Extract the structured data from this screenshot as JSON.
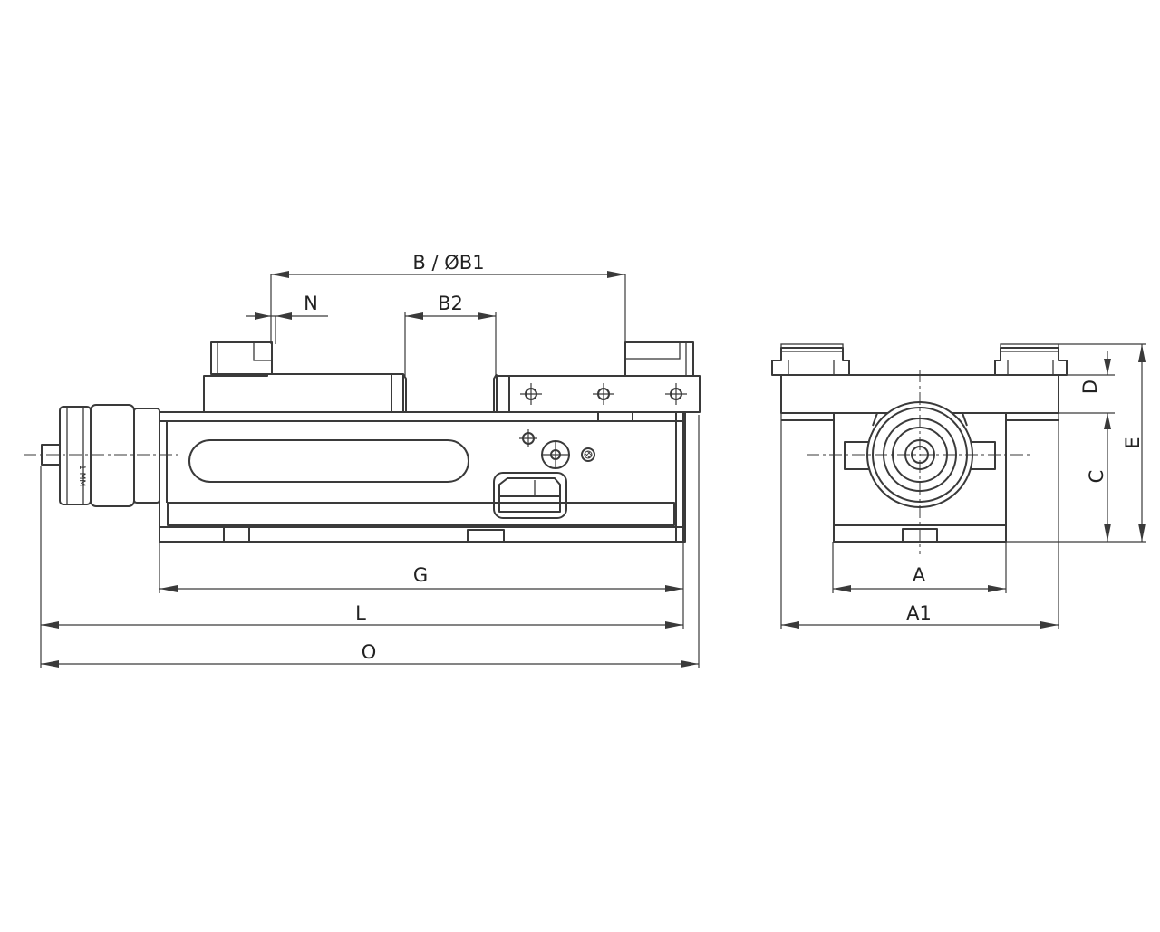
{
  "drawing": {
    "labels": {
      "B": "B / ØB1",
      "N": "N",
      "B2": "B2",
      "G": "G",
      "L": "L",
      "O": "O",
      "A": "A",
      "A1": "A1",
      "C": "C",
      "D": "D",
      "E": "E"
    },
    "colors": {
      "line": "#3a3a3a",
      "text": "#222222",
      "background": "#ffffff"
    }
  }
}
